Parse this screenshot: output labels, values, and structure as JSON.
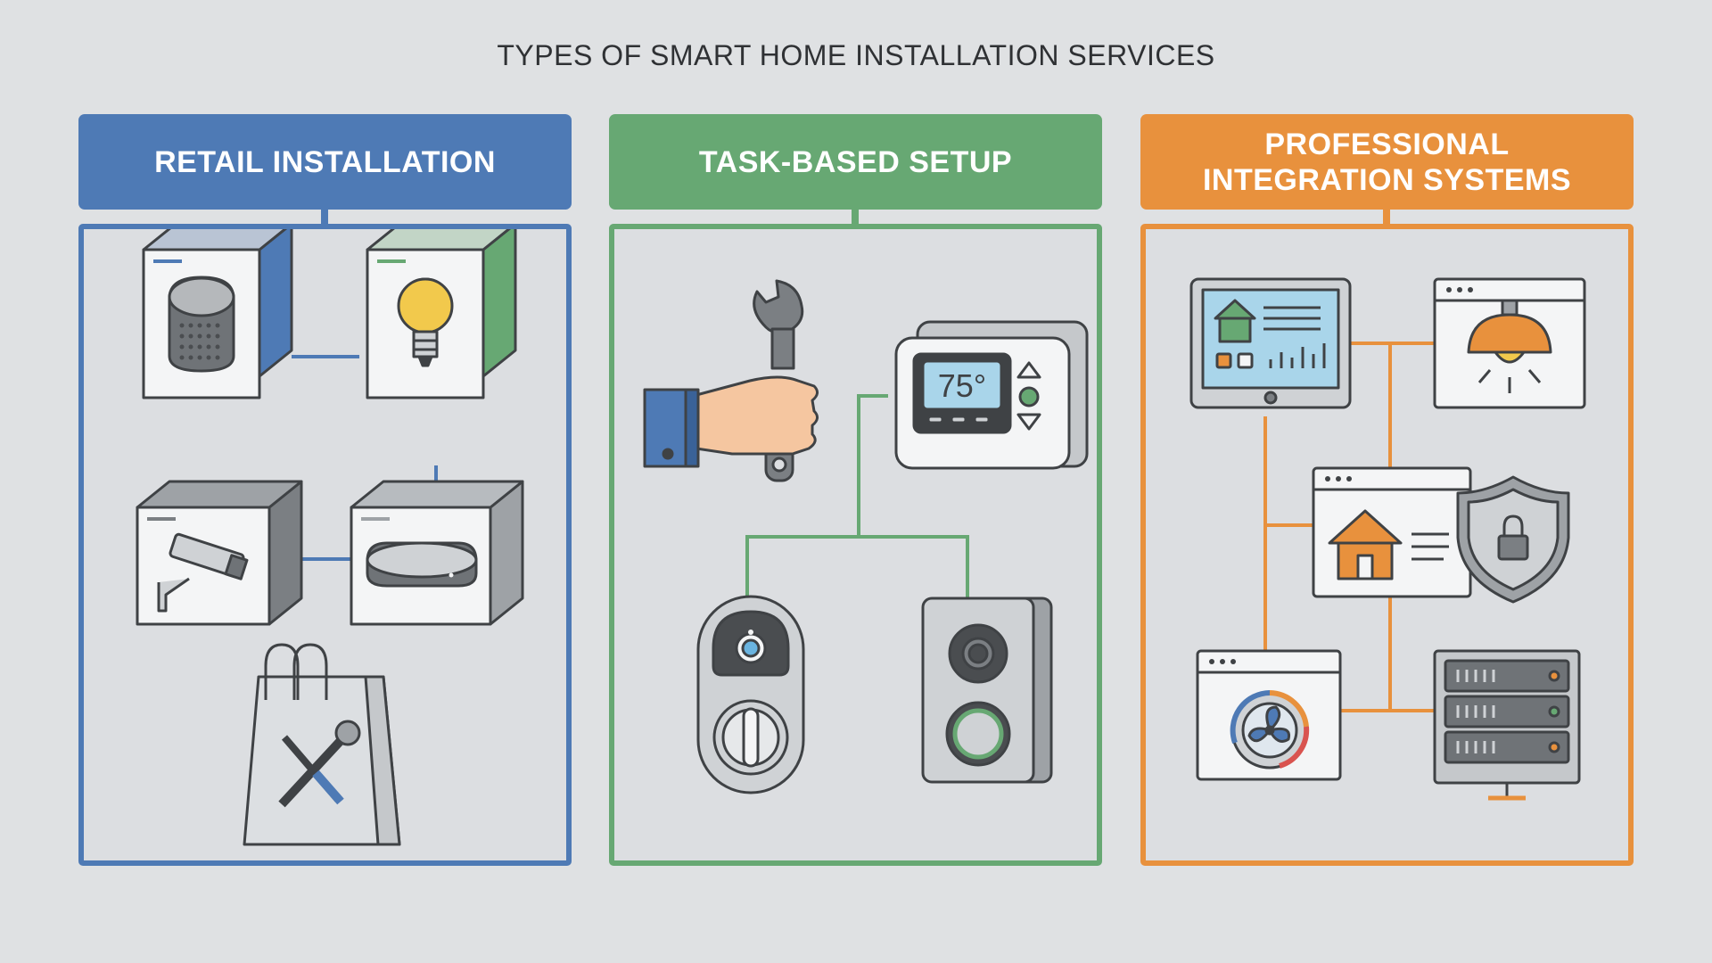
{
  "title": "TYPES OF SMART HOME INSTALLATION SERVICES",
  "columns": [
    {
      "label": "RETAIL INSTALLATION",
      "color": "#4e7ab5",
      "icons": [
        "smart-speaker-icon",
        "smart-bulb-icon",
        "security-camera-icon",
        "streaming-box-icon",
        "shopping-bag-tools-icon"
      ]
    },
    {
      "label": "TASK-BASED SETUP",
      "color": "#67a873",
      "icons": [
        "hand-wrench-icon",
        "thermostat-icon",
        "video-doorbell-icon",
        "smart-doorbell-icon"
      ]
    },
    {
      "label": "PROFESSIONAL INTEGRATION SYSTEMS",
      "color": "#e8913d",
      "icons": [
        "home-dashboard-icon",
        "smart-lamp-window-icon",
        "home-app-window-icon",
        "security-shield-icon",
        "climate-fan-window-icon",
        "server-rack-icon"
      ]
    }
  ],
  "thermostat": {
    "reading": "75°"
  }
}
